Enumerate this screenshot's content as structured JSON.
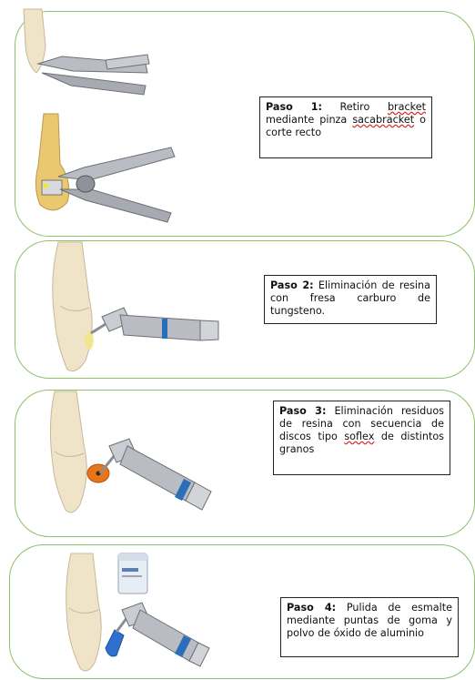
{
  "steps": [
    {
      "bold": "Paso 1:",
      "t1": " Retiro ",
      "sq1": "bracket",
      "t2": " mediante pinza ",
      "sq2": "sacabracket",
      "t3": " o corte recto"
    },
    {
      "bold": "Paso 2:",
      "t1": " Eliminación de resina con fresa carburo de tungsteno."
    },
    {
      "bold": "Paso 3:",
      "t1": " Eliminación residuos de resina con secuencia de discos tipo ",
      "sq1": "soflex",
      "t2": " de distintos granos"
    },
    {
      "bold": "Paso 4:",
      "t1": " Pulida de esmalte mediante puntas de goma y polvo de óxido de aluminio"
    }
  ],
  "colors": {
    "panel_border": "#8cc06a",
    "tooth": "#efe3c8",
    "metal": "#b9bcc2",
    "blue_band": "#2a6fb8",
    "disc": "#e8741c",
    "rubber_cup": "#2f6fd0"
  }
}
